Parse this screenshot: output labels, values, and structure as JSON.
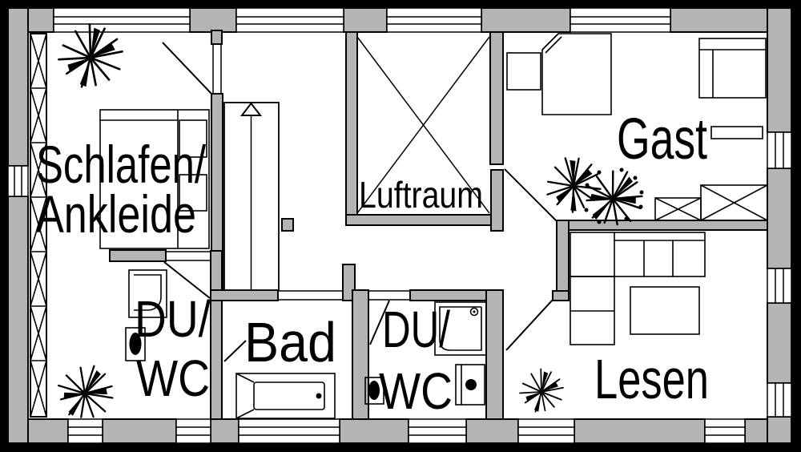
{
  "document": {
    "type": "architectural-floor-plan"
  },
  "colors": {
    "wall_fill": "#b4b4b4",
    "line": "#000000",
    "floor": "#ffffff",
    "margin": "#000000"
  },
  "rooms": {
    "schlafen_ankleide": {
      "line1": "Schlafen/",
      "line2": "Ankleide"
    },
    "luftraum": {
      "label": "Luftraum"
    },
    "gast": {
      "label": "Gast"
    },
    "bad": {
      "label": "Bad"
    },
    "du_wc_left": {
      "line1": "DU/",
      "line2": "WC"
    },
    "du_wc_right": {
      "line1": "DU/",
      "line2": "WC"
    },
    "lesen": {
      "label": "Lesen"
    }
  },
  "symbols": {
    "staircase_arrow": "up",
    "void_cross": "X",
    "wardrobe_segments": 7,
    "plant_count": 5
  }
}
